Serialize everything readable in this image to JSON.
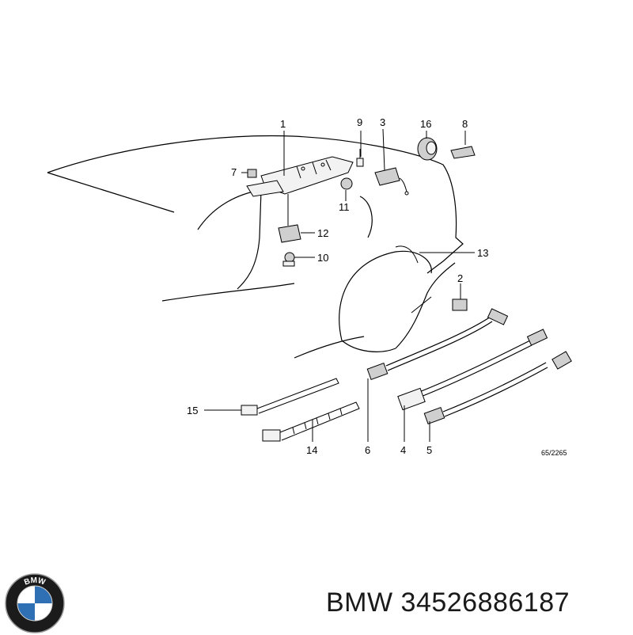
{
  "diagram": {
    "callouts": [
      {
        "id": "c1",
        "text": "1"
      },
      {
        "id": "c2",
        "text": "2"
      },
      {
        "id": "c3",
        "text": "3"
      },
      {
        "id": "c4",
        "text": "4"
      },
      {
        "id": "c5",
        "text": "5"
      },
      {
        "id": "c6",
        "text": "6"
      },
      {
        "id": "c7",
        "text": "7"
      },
      {
        "id": "c8",
        "text": "8"
      },
      {
        "id": "c9",
        "text": "9"
      },
      {
        "id": "c10",
        "text": "10"
      },
      {
        "id": "c11",
        "text": "11"
      },
      {
        "id": "c12",
        "text": "12"
      },
      {
        "id": "c13",
        "text": "13"
      },
      {
        "id": "c14",
        "text": "14"
      },
      {
        "id": "c15",
        "text": "15"
      },
      {
        "id": "c16",
        "text": "16"
      }
    ],
    "reference_code": "65/2265"
  },
  "caption": {
    "brand": "BMW",
    "part_number": "34526886187",
    "text": "BMW 34526886187"
  },
  "logo": {
    "letters": "BMW",
    "colors": {
      "ring": "#1b1b1b",
      "blue": "#2f6fb3",
      "white": "#ffffff"
    }
  }
}
